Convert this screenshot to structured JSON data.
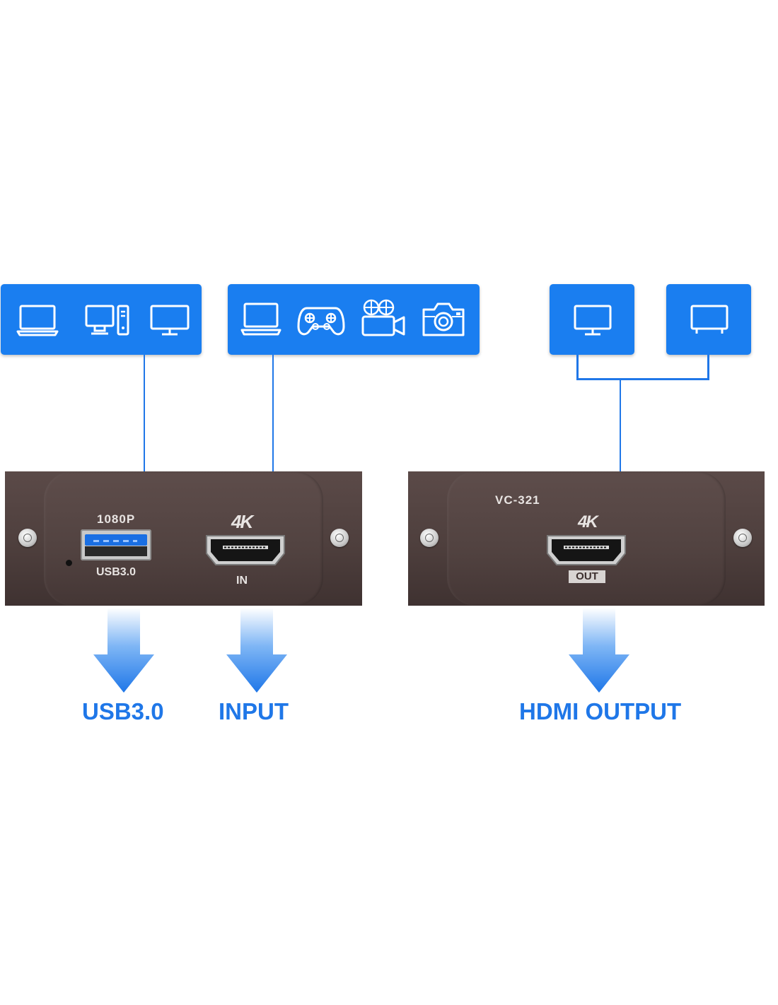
{
  "colors": {
    "accent": "#1a7ef0",
    "line": "#1f77e8",
    "panel": "#514240"
  },
  "source_groups": [
    {
      "icons": [
        "laptop-icon",
        "desktop-pc-icon",
        "monitor-icon"
      ]
    },
    {
      "icons": [
        "laptop-icon",
        "gamepad-icon",
        "video-camera-icon",
        "photo-camera-icon"
      ]
    }
  ],
  "output_devices": {
    "icons": [
      "monitor-icon",
      "tv-icon"
    ]
  },
  "left_device": {
    "usb_top_label": "1080P",
    "usb_bottom_label": "USB3.0",
    "hdmi_badge": "4K",
    "hdmi_label": "IN"
  },
  "right_device": {
    "model": "VC-321",
    "hdmi_badge": "4K",
    "hdmi_label": "OUT"
  },
  "captions": {
    "usb": "USB3.0",
    "input": "INPUT",
    "output": "HDMI OUTPUT"
  }
}
